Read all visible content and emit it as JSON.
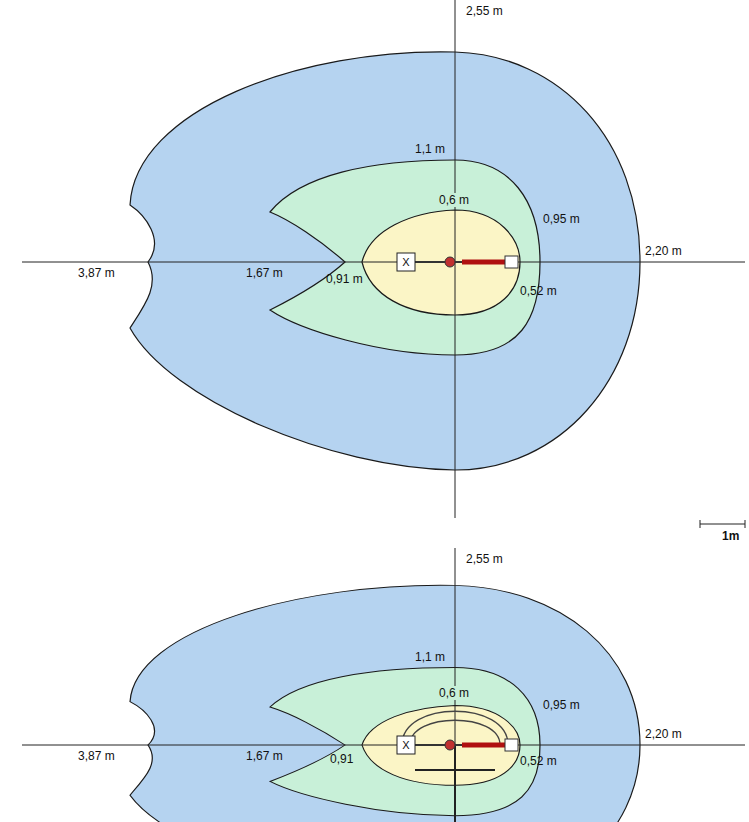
{
  "diagram": {
    "labels": [
      "2,55 m",
      "1,1 m",
      "0,6 m",
      "0,95 m",
      "2,20 m",
      "3,87 m",
      "1,67 m",
      "X",
      "0,91 m",
      "0,52 m",
      "1m",
      "2,55 m",
      "1,1 m",
      "0,6 m",
      "0,95 m",
      "2,20 m",
      "3,87 m",
      "1,67 m",
      "X",
      "0,91",
      "0,52 m"
    ]
  }
}
